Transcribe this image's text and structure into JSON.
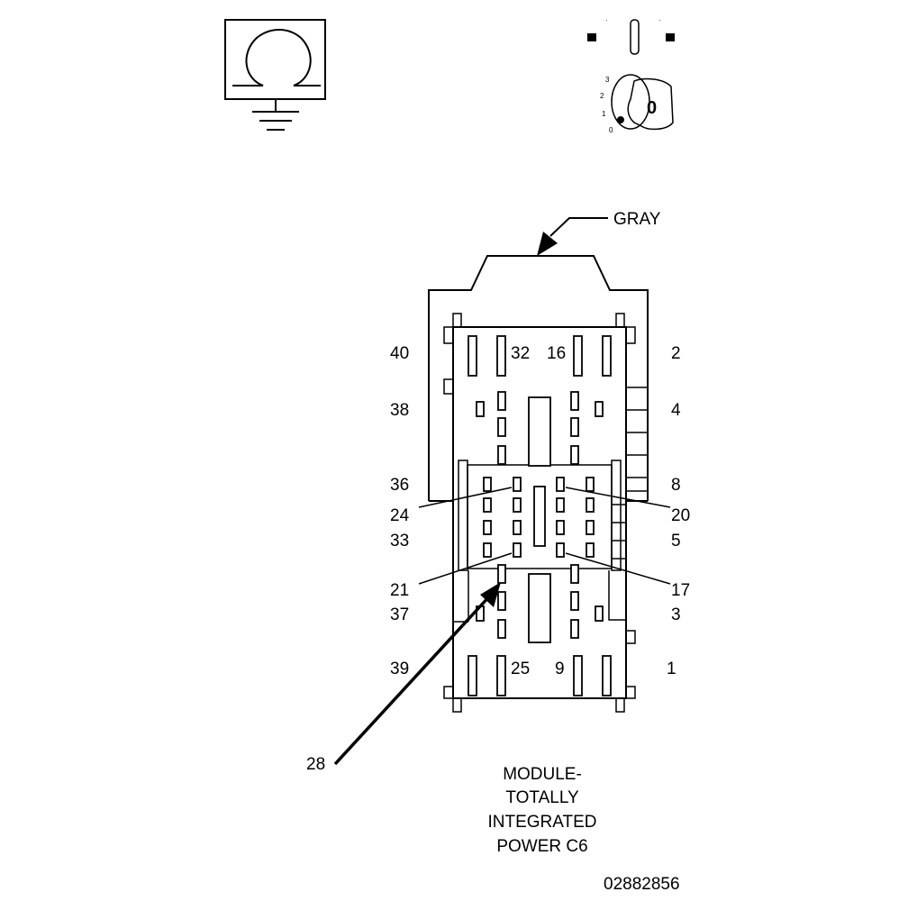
{
  "icons": {
    "ground_symbol": "ground-omega-icon",
    "key_switch": "ignition-key-switch-icon"
  },
  "key_switch": {
    "positions": [
      "3",
      "2",
      "1",
      "0"
    ],
    "key_label": "0"
  },
  "connector": {
    "color_label": "GRAY",
    "pin_labels_left": [
      "40",
      "38",
      "36",
      "24",
      "33",
      "21",
      "37",
      "39"
    ],
    "pin_labels_right": [
      "2",
      "4",
      "8",
      "20",
      "5",
      "17",
      "3",
      "1"
    ],
    "pin_labels_inner_top": [
      "32",
      "16"
    ],
    "pin_labels_inner_bottom": [
      "25",
      "9"
    ],
    "callout_pin": "28"
  },
  "caption": {
    "line1": "MODULE-",
    "line2": "TOTALLY",
    "line3": "INTEGRATED",
    "line4": "POWER C6"
  },
  "figure_id": "02882856"
}
